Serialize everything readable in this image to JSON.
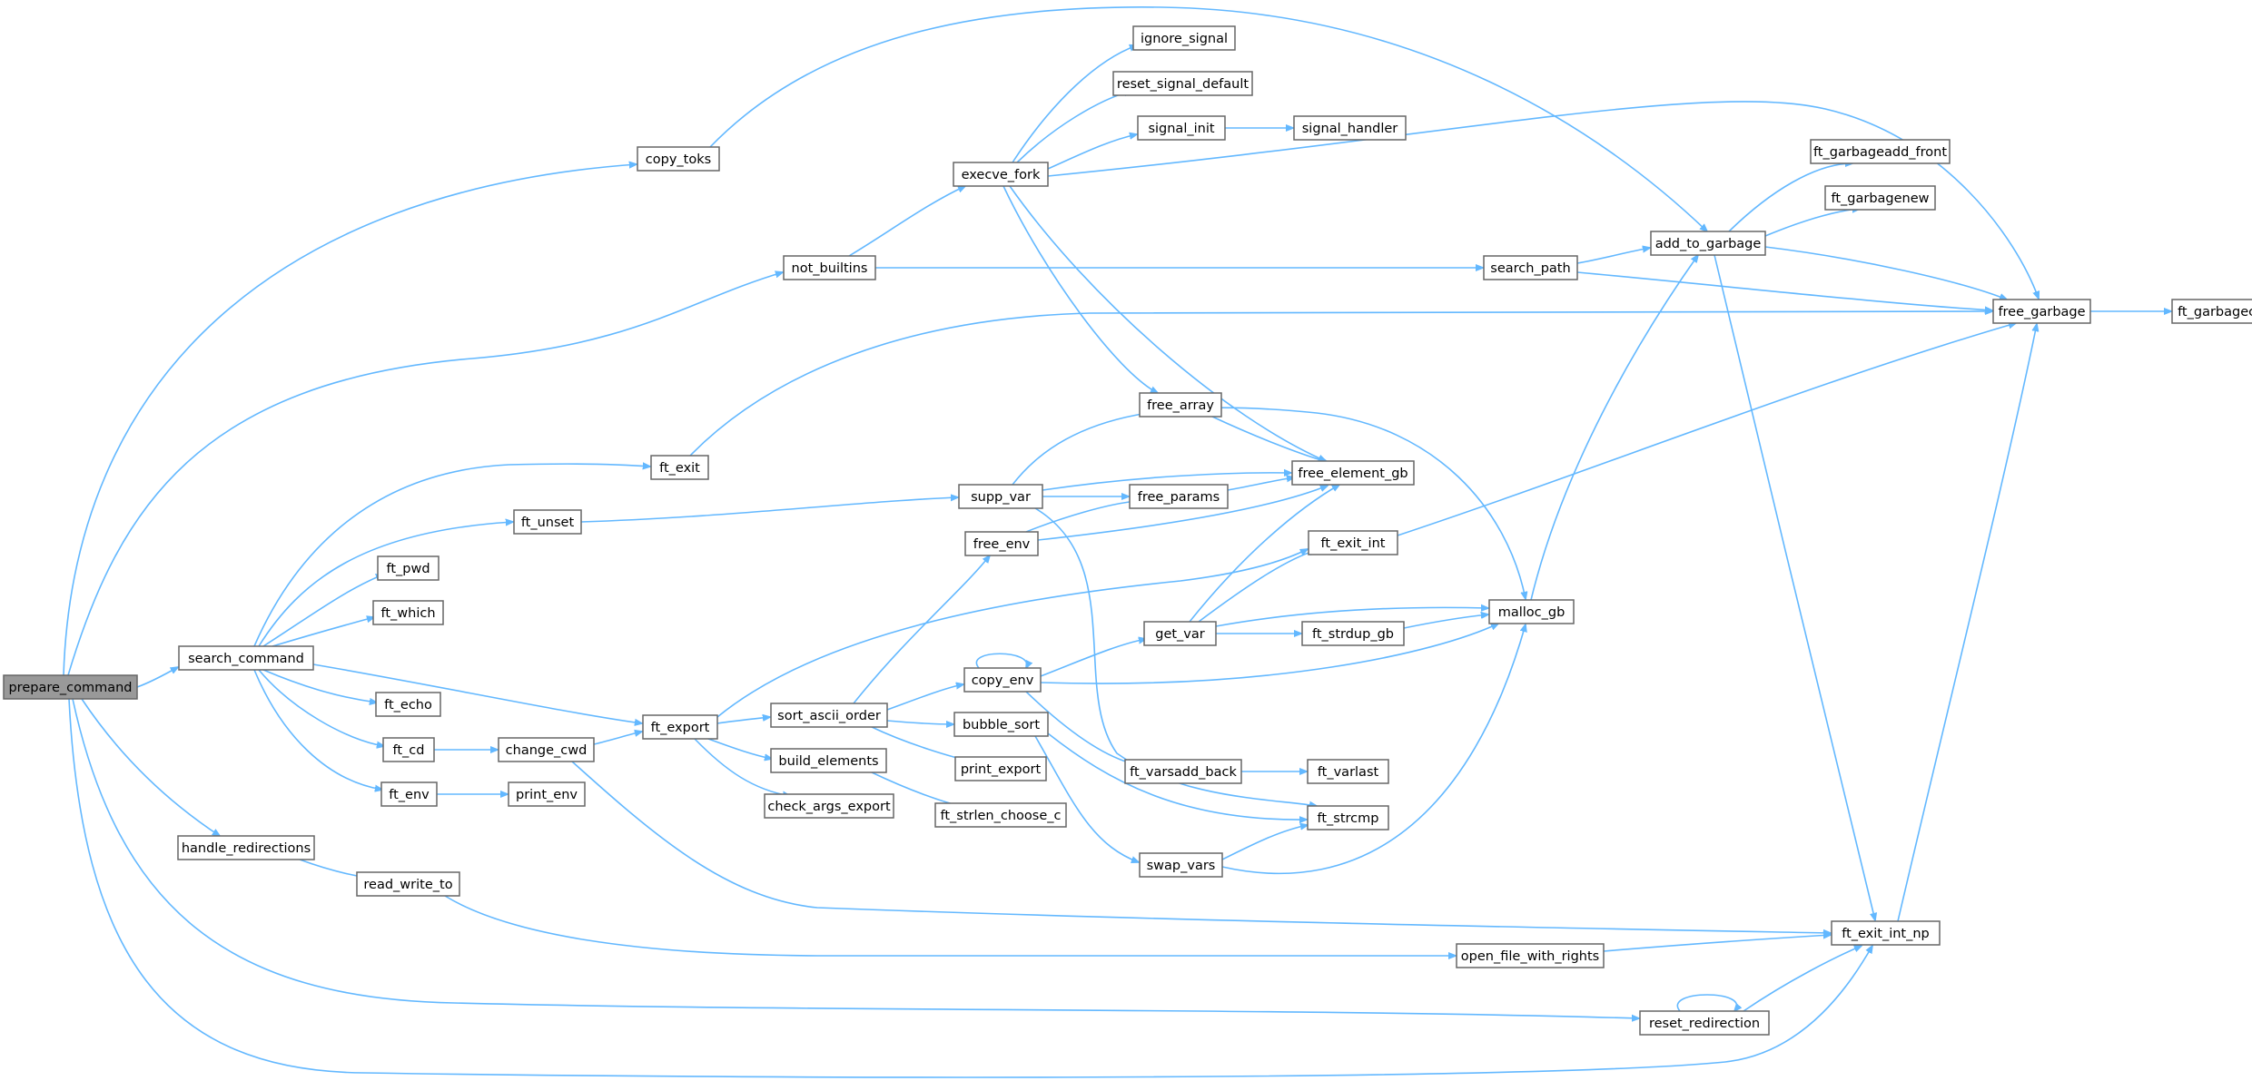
{
  "diagram": {
    "type": "call-graph",
    "root": "prepare_command",
    "edge_color": "#63b8ff",
    "node_border_color": "#666666",
    "root_fill_color": "#999999",
    "nodes": [
      {
        "id": "prepare_command",
        "label": "prepare_command"
      },
      {
        "id": "copy_toks",
        "label": "copy_toks"
      },
      {
        "id": "add_to_garbage",
        "label": "add_to_garbage"
      },
      {
        "id": "not_builtins",
        "label": "not_builtins"
      },
      {
        "id": "execve_fork",
        "label": "execve_fork"
      },
      {
        "id": "ignore_signal",
        "label": "ignore_signal"
      },
      {
        "id": "reset_signal_default",
        "label": "reset_signal_default"
      },
      {
        "id": "signal_init",
        "label": "signal_init"
      },
      {
        "id": "signal_handler",
        "label": "signal_handler"
      },
      {
        "id": "free_garbage",
        "label": "free_garbage"
      },
      {
        "id": "ft_garbageclear",
        "label": "ft_garbageclear"
      },
      {
        "id": "ft_garbageadd_front",
        "label": "ft_garbageadd_front"
      },
      {
        "id": "ft_garbagenew",
        "label": "ft_garbagenew"
      },
      {
        "id": "search_path",
        "label": "search_path"
      },
      {
        "id": "free_array",
        "label": "free_array"
      },
      {
        "id": "free_element_gb",
        "label": "free_element_gb"
      },
      {
        "id": "ft_exit",
        "label": "ft_exit"
      },
      {
        "id": "supp_var",
        "label": "supp_var"
      },
      {
        "id": "free_params",
        "label": "free_params"
      },
      {
        "id": "ft_unset",
        "label": "ft_unset"
      },
      {
        "id": "free_env",
        "label": "free_env"
      },
      {
        "id": "ft_exit_int",
        "label": "ft_exit_int"
      },
      {
        "id": "ft_pwd",
        "label": "ft_pwd"
      },
      {
        "id": "ft_which",
        "label": "ft_which"
      },
      {
        "id": "malloc_gb",
        "label": "malloc_gb"
      },
      {
        "id": "get_var",
        "label": "get_var"
      },
      {
        "id": "ft_strdup_gb",
        "label": "ft_strdup_gb"
      },
      {
        "id": "search_command",
        "label": "search_command"
      },
      {
        "id": "copy_env",
        "label": "copy_env"
      },
      {
        "id": "ft_echo",
        "label": "ft_echo"
      },
      {
        "id": "ft_export",
        "label": "ft_export"
      },
      {
        "id": "sort_ascii_order",
        "label": "sort_ascii_order"
      },
      {
        "id": "bubble_sort",
        "label": "bubble_sort"
      },
      {
        "id": "ft_cd",
        "label": "ft_cd"
      },
      {
        "id": "change_cwd",
        "label": "change_cwd"
      },
      {
        "id": "build_elements",
        "label": "build_elements"
      },
      {
        "id": "print_export",
        "label": "print_export"
      },
      {
        "id": "ft_varsadd_back",
        "label": "ft_varsadd_back"
      },
      {
        "id": "ft_varlast",
        "label": "ft_varlast"
      },
      {
        "id": "ft_env",
        "label": "ft_env"
      },
      {
        "id": "print_env",
        "label": "print_env"
      },
      {
        "id": "check_args_export",
        "label": "check_args_export"
      },
      {
        "id": "ft_strlen_choose_c",
        "label": "ft_strlen_choose_c"
      },
      {
        "id": "ft_strcmp",
        "label": "ft_strcmp"
      },
      {
        "id": "swap_vars",
        "label": "swap_vars"
      },
      {
        "id": "handle_redirections",
        "label": "handle_redirections"
      },
      {
        "id": "read_write_to",
        "label": "read_write_to"
      },
      {
        "id": "ft_exit_int_np",
        "label": "ft_exit_int_np"
      },
      {
        "id": "open_file_with_rights",
        "label": "open_file_with_rights"
      },
      {
        "id": "reset_redirection",
        "label": "reset_redirection"
      }
    ],
    "edges": [
      [
        "prepare_command",
        "copy_toks"
      ],
      [
        "prepare_command",
        "not_builtins"
      ],
      [
        "prepare_command",
        "search_command"
      ],
      [
        "prepare_command",
        "handle_redirections"
      ],
      [
        "prepare_command",
        "reset_redirection"
      ],
      [
        "prepare_command",
        "ft_exit_int_np"
      ],
      [
        "copy_toks",
        "add_to_garbage"
      ],
      [
        "not_builtins",
        "execve_fork"
      ],
      [
        "not_builtins",
        "search_path"
      ],
      [
        "execve_fork",
        "ignore_signal"
      ],
      [
        "execve_fork",
        "reset_signal_default"
      ],
      [
        "execve_fork",
        "signal_init"
      ],
      [
        "execve_fork",
        "free_garbage"
      ],
      [
        "execve_fork",
        "free_array"
      ],
      [
        "execve_fork",
        "free_element_gb"
      ],
      [
        "signal_init",
        "signal_handler"
      ],
      [
        "search_path",
        "add_to_garbage"
      ],
      [
        "search_path",
        "free_garbage"
      ],
      [
        "add_to_garbage",
        "ft_garbageadd_front"
      ],
      [
        "add_to_garbage",
        "ft_garbagenew"
      ],
      [
        "add_to_garbage",
        "free_garbage"
      ],
      [
        "add_to_garbage",
        "ft_exit_int_np"
      ],
      [
        "free_garbage",
        "ft_garbageclear"
      ],
      [
        "free_array",
        "free_element_gb"
      ],
      [
        "search_command",
        "ft_exit"
      ],
      [
        "search_command",
        "ft_unset"
      ],
      [
        "search_command",
        "ft_pwd"
      ],
      [
        "search_command",
        "ft_which"
      ],
      [
        "search_command",
        "ft_echo"
      ],
      [
        "search_command",
        "ft_cd"
      ],
      [
        "search_command",
        "ft_env"
      ],
      [
        "search_command",
        "ft_export"
      ],
      [
        "ft_exit",
        "free_garbage"
      ],
      [
        "ft_unset",
        "supp_var"
      ],
      [
        "supp_var",
        "free_element_gb"
      ],
      [
        "supp_var",
        "free_params"
      ],
      [
        "supp_var",
        "malloc_gb"
      ],
      [
        "supp_var",
        "ft_strcmp"
      ],
      [
        "free_params",
        "free_element_gb"
      ],
      [
        "free_env",
        "free_params"
      ],
      [
        "free_env",
        "free_element_gb"
      ],
      [
        "ft_exit_int",
        "free_garbage"
      ],
      [
        "malloc_gb",
        "add_to_garbage"
      ],
      [
        "get_var",
        "free_element_gb"
      ],
      [
        "get_var",
        "ft_exit_int"
      ],
      [
        "get_var",
        "malloc_gb"
      ],
      [
        "get_var",
        "ft_strdup_gb"
      ],
      [
        "ft_strdup_gb",
        "malloc_gb"
      ],
      [
        "copy_env",
        "copy_env"
      ],
      [
        "copy_env",
        "get_var"
      ],
      [
        "copy_env",
        "malloc_gb"
      ],
      [
        "copy_env",
        "ft_varsadd_back"
      ],
      [
        "ft_export",
        "ft_exit_int"
      ],
      [
        "ft_export",
        "sort_ascii_order"
      ],
      [
        "ft_export",
        "build_elements"
      ],
      [
        "ft_export",
        "check_args_export"
      ],
      [
        "sort_ascii_order",
        "free_env"
      ],
      [
        "sort_ascii_order",
        "copy_env"
      ],
      [
        "sort_ascii_order",
        "bubble_sort"
      ],
      [
        "sort_ascii_order",
        "print_export"
      ],
      [
        "bubble_sort",
        "swap_vars"
      ],
      [
        "bubble_sort",
        "ft_strcmp"
      ],
      [
        "swap_vars",
        "ft_strcmp"
      ],
      [
        "swap_vars",
        "malloc_gb"
      ],
      [
        "ft_varsadd_back",
        "ft_varlast"
      ],
      [
        "build_elements",
        "ft_strlen_choose_c"
      ],
      [
        "ft_cd",
        "change_cwd"
      ],
      [
        "change_cwd",
        "ft_export"
      ],
      [
        "change_cwd",
        "ft_exit_int_np"
      ],
      [
        "ft_env",
        "print_env"
      ],
      [
        "handle_redirections",
        "read_write_to"
      ],
      [
        "read_write_to",
        "open_file_with_rights"
      ],
      [
        "open_file_with_rights",
        "ft_exit_int_np"
      ],
      [
        "reset_redirection",
        "reset_redirection"
      ],
      [
        "reset_redirection",
        "ft_exit_int_np"
      ],
      [
        "ft_exit_int_np",
        "free_garbage"
      ]
    ]
  }
}
